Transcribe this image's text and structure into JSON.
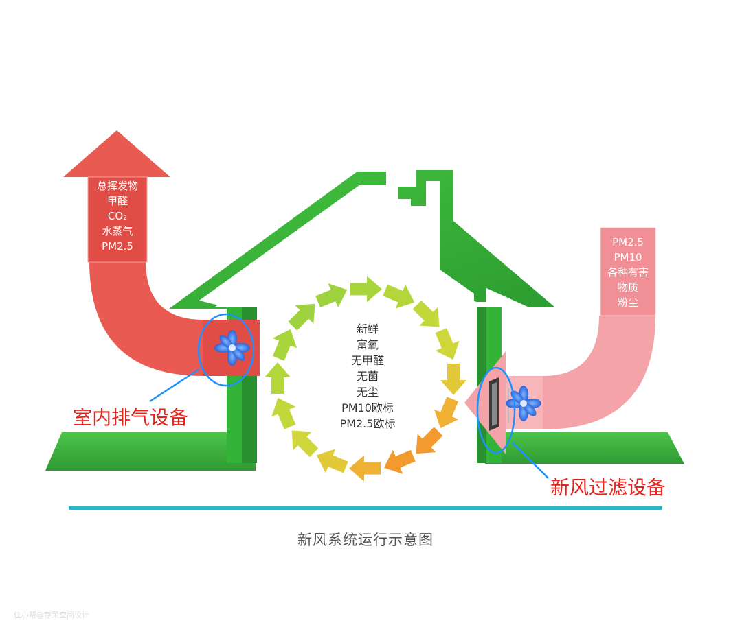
{
  "exhaust_arrow": {
    "items": [
      "总挥发物",
      "甲醛",
      "CO₂",
      "水蒸气",
      "PM2.5"
    ],
    "color": "#e85a52"
  },
  "intake_arrow": {
    "items": [
      "PM2.5",
      "PM10",
      "各种有害",
      "物质",
      "粉尘"
    ],
    "color": "#f4a3a8"
  },
  "house": {
    "wall_color": "#2fa536",
    "roof_color": "#3fbf3a"
  },
  "center": {
    "items": [
      "新鲜",
      "富氧",
      "无甲醛",
      "无菌",
      "无尘",
      "PM10欧标",
      "PM2.5欧标"
    ]
  },
  "callouts": {
    "exhaust": "室内排气设备",
    "intake": "新风过滤设备",
    "color": "#e8231c",
    "circle_color": "#1e90ff"
  },
  "caption": "新风系统运行示意图",
  "watermark": "住小帮@存荣空间设计",
  "ground_line_color": "#2bb7c8"
}
